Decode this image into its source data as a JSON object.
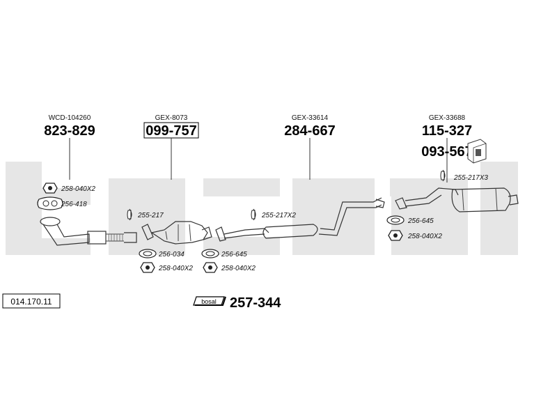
{
  "callouts": {
    "c1": {
      "ref": "WCD-104260",
      "number": "823-829"
    },
    "c2": {
      "ref": "GEX-8073",
      "number": "099-757"
    },
    "c3": {
      "ref": "GEX-33614",
      "number": "284-667"
    },
    "c4": {
      "ref": "GEX-33688",
      "number": "115-327"
    },
    "c5": {
      "number": "093-567"
    }
  },
  "parts": {
    "p1": "258-040X2",
    "p2": "256-418",
    "p3": "255-217",
    "p4": "256-034",
    "p5": "258-040X2",
    "p6": "256-645",
    "p7": "258-040X2",
    "p8": "255-217X2",
    "p9": "255-217X3",
    "p10": "256-645",
    "p11": "258-040X2"
  },
  "catalog_number": "014.170.11",
  "kit": {
    "logo_text": "bosal",
    "number": "257-344"
  },
  "watermark_text": "bosal",
  "colors": {
    "watermark": "#e6e6e6",
    "line": "#333333"
  }
}
